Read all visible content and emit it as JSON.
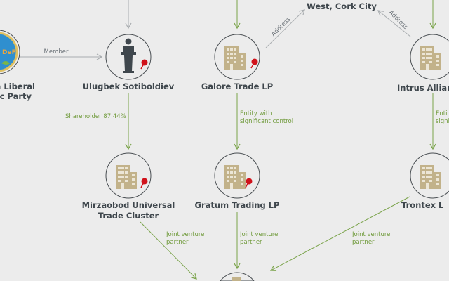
{
  "colors": {
    "background": "#ececec",
    "green_edge": "#7aa34a",
    "gray_edge": "#a9adb0",
    "node_border": "#4a4f53",
    "building": "#c2b28a",
    "pin": "#d0121b",
    "label": "#3f474d"
  },
  "nodes": {
    "party": {
      "label_lines": [
        "n Liberal",
        "tic Party"
      ],
      "icon": "party-logo"
    },
    "ulugbek": {
      "label": "Ulugbek Sotiboldiev",
      "icon": "person-podium-icon"
    },
    "galore": {
      "label": "Galore Trade LP",
      "icon": "building-icon"
    },
    "address": {
      "label": "West, Cork City",
      "icon": "address"
    },
    "intrus": {
      "label": "Intrus Allianc",
      "icon": "building-icon"
    },
    "mirzaobod": {
      "label_lines": [
        "Mirzaobod Universal",
        "Trade Cluster"
      ],
      "icon": "building-icon"
    },
    "gratum": {
      "label": "Gratum Trading LP",
      "icon": "building-icon"
    },
    "trontex": {
      "label": "Trontex L",
      "icon": "building-icon"
    },
    "bottom": {
      "icon": "building-icon"
    }
  },
  "edges": {
    "member": "Member",
    "address_left": "Address",
    "address_right": "Address",
    "shareholder": "Shareholder 87.44%",
    "galore_control": [
      "Entity with",
      "significant control"
    ],
    "intrus_control": [
      "Enti",
      "signi"
    ],
    "jv_mirzaobod": [
      "Joint venture",
      "partner"
    ],
    "jv_gratum": [
      "Joint venture",
      "partner"
    ],
    "jv_trontex": [
      "Joint venture",
      "partner"
    ]
  }
}
